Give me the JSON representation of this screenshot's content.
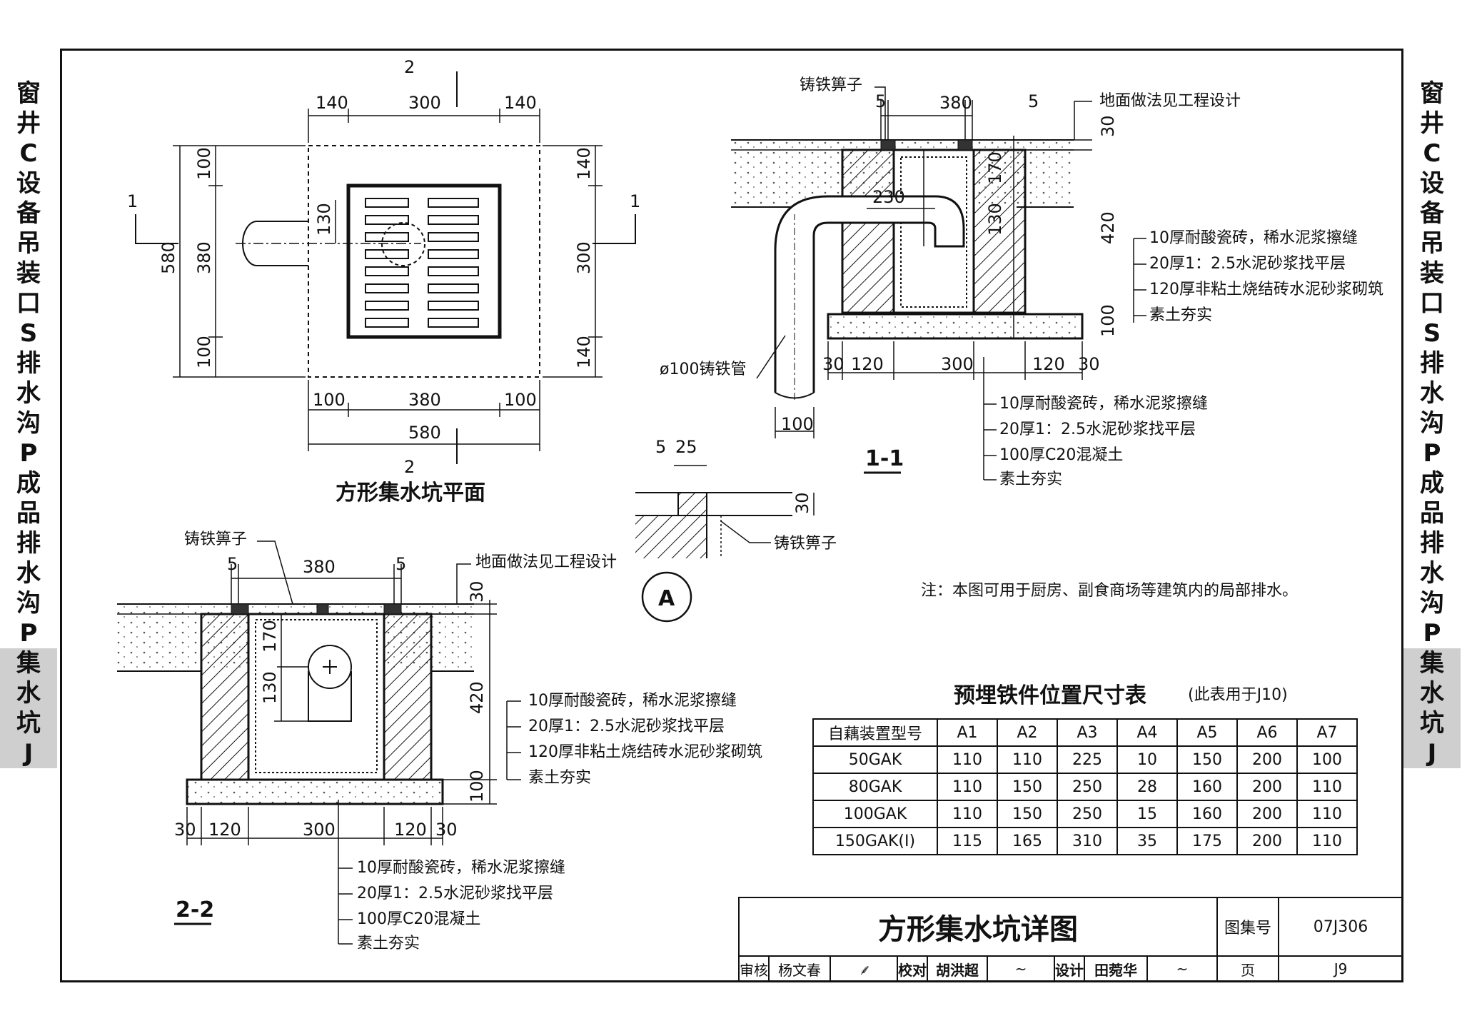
{
  "side_tabs": {
    "left": [
      "窗",
      "井",
      "C",
      "设",
      "备",
      "吊",
      "装",
      "口",
      "S",
      "排",
      "水",
      "沟",
      "P",
      "成",
      "品",
      "排",
      "水",
      "沟",
      "P",
      "集",
      "水",
      "坑",
      "J"
    ],
    "right": [
      "窗",
      "井",
      "C",
      "设",
      "备",
      "吊",
      "装",
      "口",
      "S",
      "排",
      "水",
      "沟",
      "P",
      "成",
      "品",
      "排",
      "水",
      "沟",
      "P",
      "集",
      "水",
      "坑",
      "J"
    ],
    "active_start_index": 19
  },
  "plan": {
    "title": "方形集水坑平面",
    "section_mark_2": "2",
    "section_mark_1": "1",
    "dims_top": [
      "140",
      "300",
      "140"
    ],
    "dims_bottom_1": [
      "100",
      "380",
      "100"
    ],
    "dims_bottom_2": "580",
    "dims_left_outer": "580",
    "dims_left": [
      "100",
      "380",
      "100"
    ],
    "dims_left_inner": "130",
    "dims_right": [
      "140",
      "300",
      "140"
    ]
  },
  "section_1_1": {
    "title": "1-1",
    "grate_label": "铸铁箅子",
    "floor_label": "地面做法见工程设计",
    "pipe_label": "ø100铸铁管",
    "dims_top": [
      "5",
      "380",
      "5"
    ],
    "dim_30": "30",
    "dim_170": "170",
    "dim_230": "230",
    "dim_130": "130",
    "dim_420": "420",
    "dim_100": "100",
    "dims_bottom": [
      "30",
      "120",
      "300",
      "120",
      "30"
    ],
    "dim_pipe": "100",
    "layers_wall": [
      "10厚耐酸瓷砖，稀水泥浆擦缝",
      "20厚1：2.5水泥砂浆找平层",
      "120厚非粘土烧结砖水泥砂浆砌筑",
      "素土夯实"
    ],
    "layers_bottom": [
      "10厚耐酸瓷砖，稀水泥浆擦缝",
      "20厚1：2.5水泥砂浆找平层",
      "100厚C20混凝土",
      "素土夯实"
    ]
  },
  "detail_A": {
    "mark": "A",
    "dims": [
      "5",
      "25"
    ],
    "dim_30": "30",
    "grate_label": "铸铁箅子"
  },
  "section_2_2": {
    "title": "2-2",
    "grate_label": "铸铁箅子",
    "floor_label": "地面做法见工程设计",
    "dims_top": [
      "5",
      "380",
      "5"
    ],
    "dim_30": "30",
    "dim_170": "170",
    "dim_130": "130",
    "dim_420": "420",
    "dim_100": "100",
    "dims_bottom": [
      "30",
      "120",
      "300",
      "120",
      "30"
    ],
    "layers_wall": [
      "10厚耐酸瓷砖，稀水泥浆擦缝",
      "20厚1：2.5水泥砂浆找平层",
      "120厚非粘土烧结砖水泥砂浆砌筑",
      "素土夯实"
    ],
    "layers_bottom": [
      "10厚耐酸瓷砖，稀水泥浆擦缝",
      "20厚1：2.5水泥砂浆找平层",
      "100厚C20混凝土",
      "素土夯实"
    ]
  },
  "note": "注：本图可用于厨房、副食商场等建筑内的局部排水。",
  "table": {
    "title": "预埋铁件位置尺寸表",
    "subtitle": "(此表用于J10)",
    "headers": [
      "自藕装置型号",
      "A1",
      "A2",
      "A3",
      "A4",
      "A5",
      "A6",
      "A7"
    ],
    "rows": [
      [
        "50GAK",
        "110",
        "110",
        "225",
        "10",
        "150",
        "200",
        "100"
      ],
      [
        "80GAK",
        "110",
        "150",
        "250",
        "28",
        "160",
        "200",
        "110"
      ],
      [
        "100GAK",
        "110",
        "150",
        "250",
        "15",
        "160",
        "200",
        "110"
      ],
      [
        "150GAK(I)",
        "115",
        "165",
        "310",
        "35",
        "175",
        "200",
        "110"
      ]
    ]
  },
  "title_block": {
    "drawing_title": "方形集水坑详图",
    "atlas_label": "图集号",
    "atlas_no": "07J306",
    "review_label": "审核",
    "reviewer": "杨文春",
    "check_label": "校对",
    "checker": "胡洪超",
    "design_label": "设计",
    "designer": "田菀华",
    "page_label": "页",
    "page_no": "J9"
  }
}
